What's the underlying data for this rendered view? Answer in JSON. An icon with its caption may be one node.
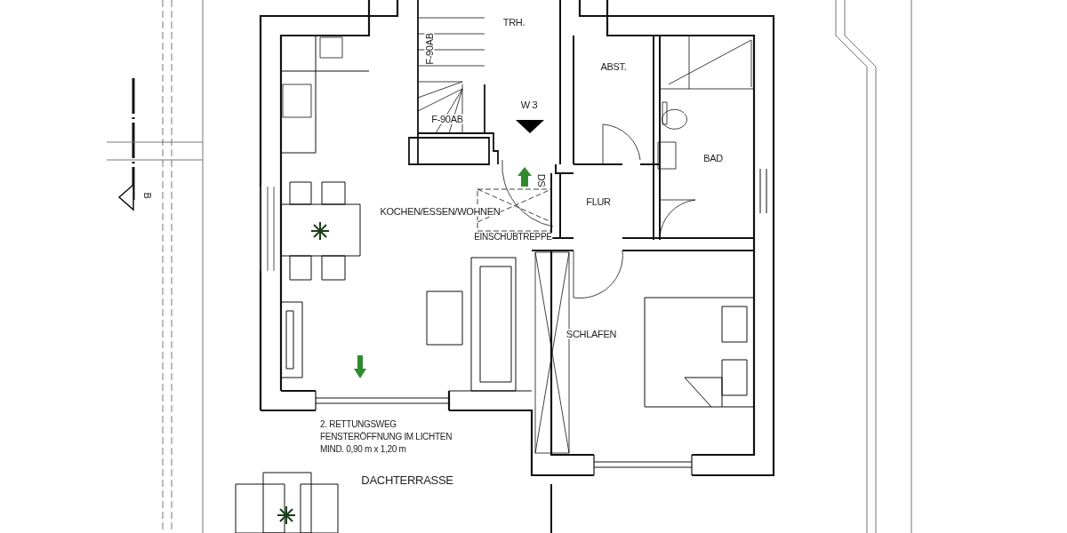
{
  "diagram": {
    "labels": [
      "TRH.",
      "F-90AB",
      "ABST.",
      "W 3",
      "F-90AB",
      "BAD",
      "DS",
      "B",
      "FLUR",
      "KOCHEN/ESSEN/WOHNEN",
      "EINSCHUBTREPPE",
      "SCHLAFEN",
      "2. RETTUNGSWEG",
      "FENSTERÖFFNUNG IM LICHTEN",
      "MIND. 0,90 m x 1,20 m",
      "DACHTERRASSE"
    ]
  }
}
